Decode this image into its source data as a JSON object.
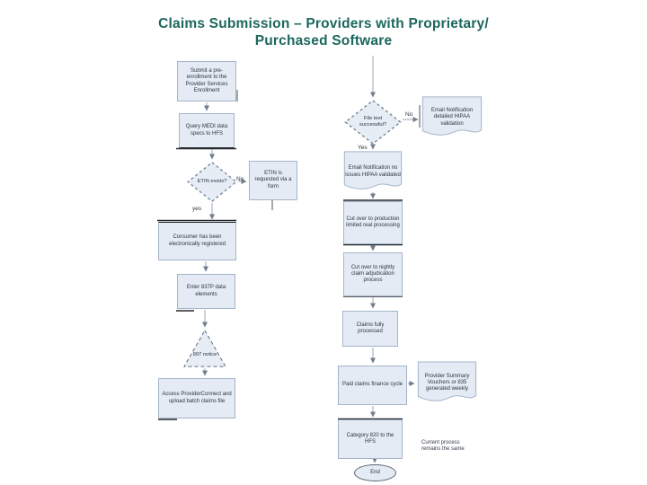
{
  "slide": {
    "title_line1": "Claims Submission – Providers with Proprietary/",
    "title_line2": "Purchased Software"
  },
  "nodes": {
    "l1": {
      "label": "Submit a pre-enrollment to the Provider Services Enrollment"
    },
    "l2": {
      "label": "Query MEDI data specs to HFS"
    },
    "l3": {
      "label": "ETIN exists?"
    },
    "l3r": {
      "label": "ETIN is requested via a form"
    },
    "l4": {
      "label": "Consumer has been electronically registered"
    },
    "l5": {
      "label": "Enter 837P data elements"
    },
    "l6": {
      "label": "997 notice"
    },
    "l7": {
      "label": "Access ProviderConnect and upload batch claims file"
    },
    "m1": {
      "label": "File test successful?"
    },
    "m1r": {
      "label": "Email Notification detailed HIPAA validation"
    },
    "m2": {
      "label": "Email Notification no issues HIPAA validated"
    },
    "m3": {
      "label": "Cut over to production limited real processing"
    },
    "m4": {
      "label": "Cut over to nightly claim adjudication process"
    },
    "m5": {
      "label": "Claims fully processed"
    },
    "m6": {
      "label": "Paid claims finance cycle"
    },
    "m6r": {
      "label": "Provider Summary Vouchers or 835 generated weekly"
    },
    "m7": {
      "label": "Category 820 to the HFS"
    },
    "m7r": {
      "label": "Current process remains the same"
    },
    "m8": {
      "label": "End"
    }
  },
  "edge_labels": {
    "left_no": "No",
    "left_yes": "yes",
    "mid_no": "No",
    "mid_yes": "Yes"
  },
  "colors": {
    "title": "#1c675e",
    "node_fill": "#e4ebf4",
    "node_border": "#a5b5c9",
    "connector": "#8a97a8"
  }
}
